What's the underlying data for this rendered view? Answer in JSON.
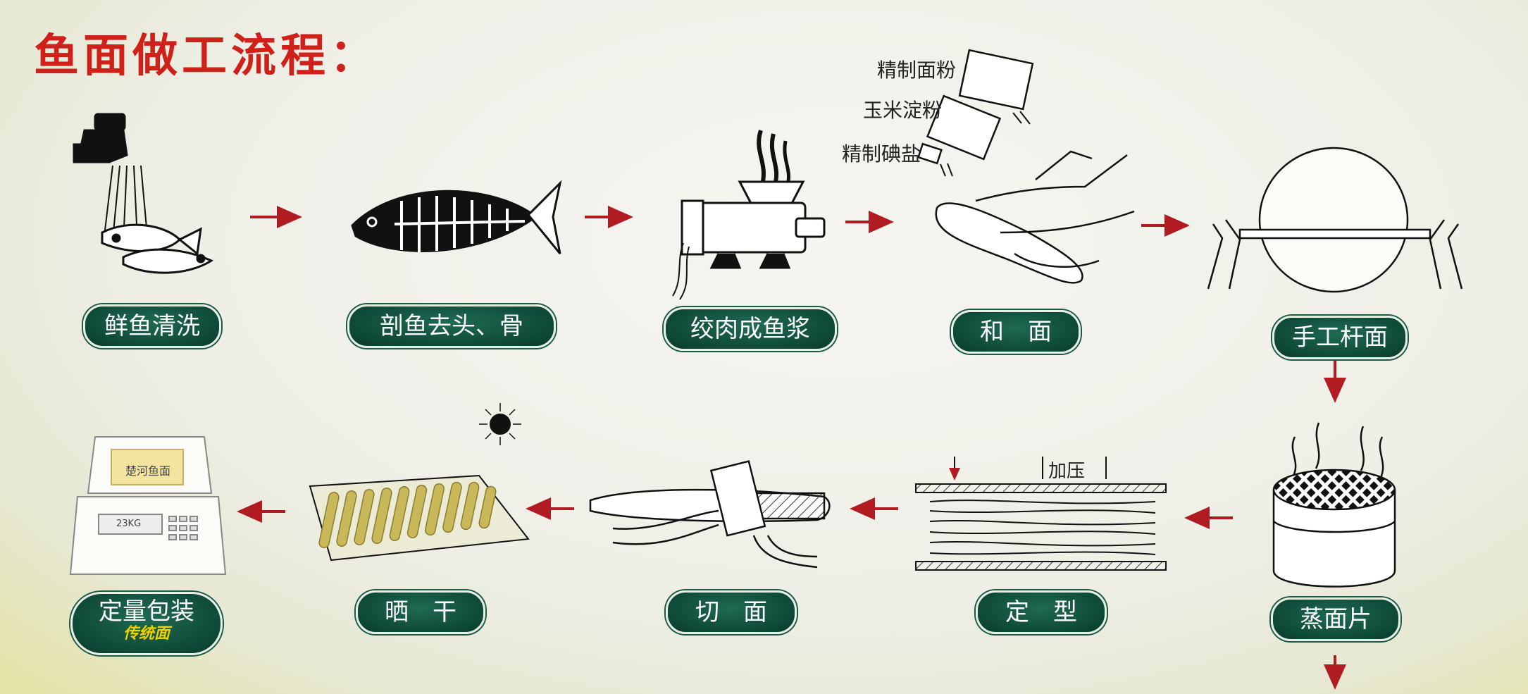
{
  "title": "鱼面做工流程：",
  "steps": [
    {
      "label": "鲜鱼清洗"
    },
    {
      "label": "剖鱼去头、骨"
    },
    {
      "label": "绞肉成鱼浆"
    },
    {
      "label": "和　面"
    },
    {
      "label": "手工杆面"
    },
    {
      "label": "蒸面片"
    },
    {
      "label": "定　型"
    },
    {
      "label": "切　面"
    },
    {
      "label": "晒　干"
    },
    {
      "label": "定量包装",
      "sublabel": "传统面"
    }
  ],
  "ingredients": [
    "精制面粉",
    "玉米淀粉",
    "精制碘盐"
  ],
  "press_label": "加压",
  "package_label": "楚河鱼面",
  "scale_display": "23KG",
  "colors": {
    "title": "#d0201a",
    "arrow": "#b01c22",
    "pill": "#0e4a38",
    "sublabel": "#f0d000"
  }
}
